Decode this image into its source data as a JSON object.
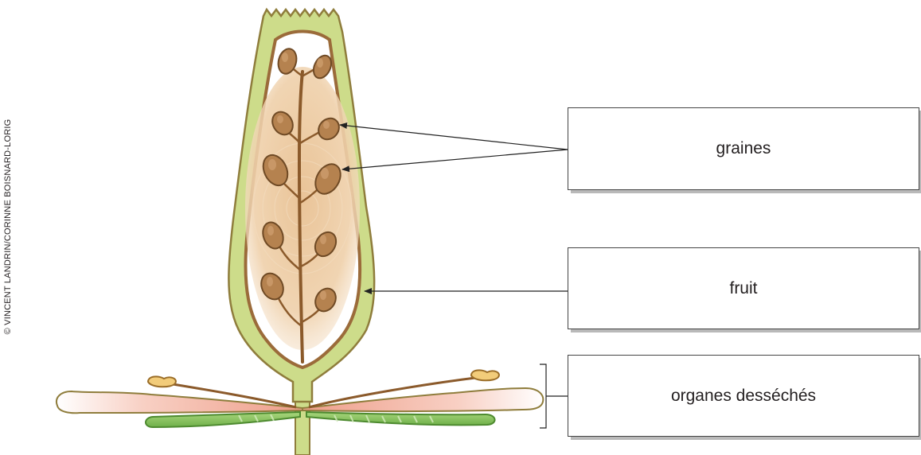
{
  "labels": {
    "graines": "graines",
    "fruit": "fruit",
    "organes": "organes desséchés"
  },
  "credit": "© VINCENT LANDRIN/CORINNE BOISNARD-LORIG",
  "colors": {
    "pericarp_fill": "#cddc8a",
    "pericarp_outline": "#8f7d3c",
    "cavity": "#ffffff",
    "seed_area": "#ebc79c",
    "seed_fill": "#b5824f",
    "seed_outline": "#6f4a25",
    "stalk": "#8b5a2b",
    "petal_fill": "#f1b3a3",
    "sepal_fill": "#8cc660",
    "sepal_outline": "#4d8a2f",
    "stamen_fill": "#f2cc7a"
  }
}
